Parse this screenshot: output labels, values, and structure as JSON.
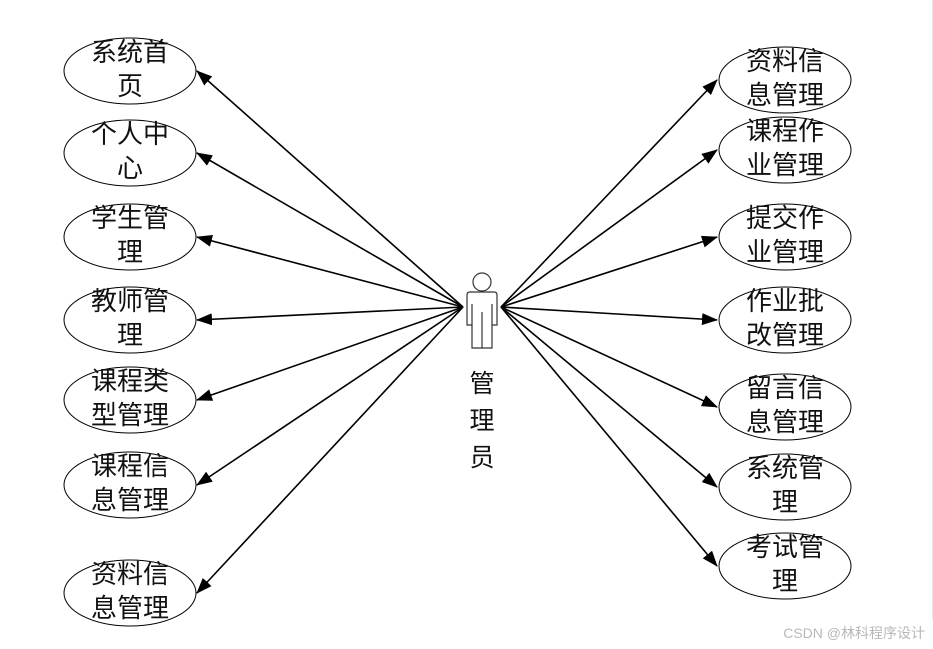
{
  "actor": {
    "label_lines": [
      "管",
      "理",
      "员"
    ]
  },
  "left_use_cases": [
    {
      "lines": [
        "系统首",
        "页"
      ]
    },
    {
      "lines": [
        "个人中",
        "心"
      ]
    },
    {
      "lines": [
        "学生管",
        "理"
      ]
    },
    {
      "lines": [
        "教师管",
        "理"
      ]
    },
    {
      "lines": [
        "课程类",
        "型管理"
      ]
    },
    {
      "lines": [
        "课程信",
        "息管理"
      ]
    },
    {
      "lines": [
        "资料信",
        "息管理"
      ]
    }
  ],
  "right_use_cases": [
    {
      "lines": [
        "资料信",
        "息管理"
      ]
    },
    {
      "lines": [
        "课程作",
        "业管理"
      ]
    },
    {
      "lines": [
        "提交作",
        "业管理"
      ]
    },
    {
      "lines": [
        "作业批",
        "改管理"
      ]
    },
    {
      "lines": [
        "留言信",
        "息管理"
      ]
    },
    {
      "lines": [
        "系统管",
        "理"
      ]
    },
    {
      "lines": [
        "考试管",
        "理"
      ]
    }
  ],
  "watermark": "CSDN @林科程序设计"
}
